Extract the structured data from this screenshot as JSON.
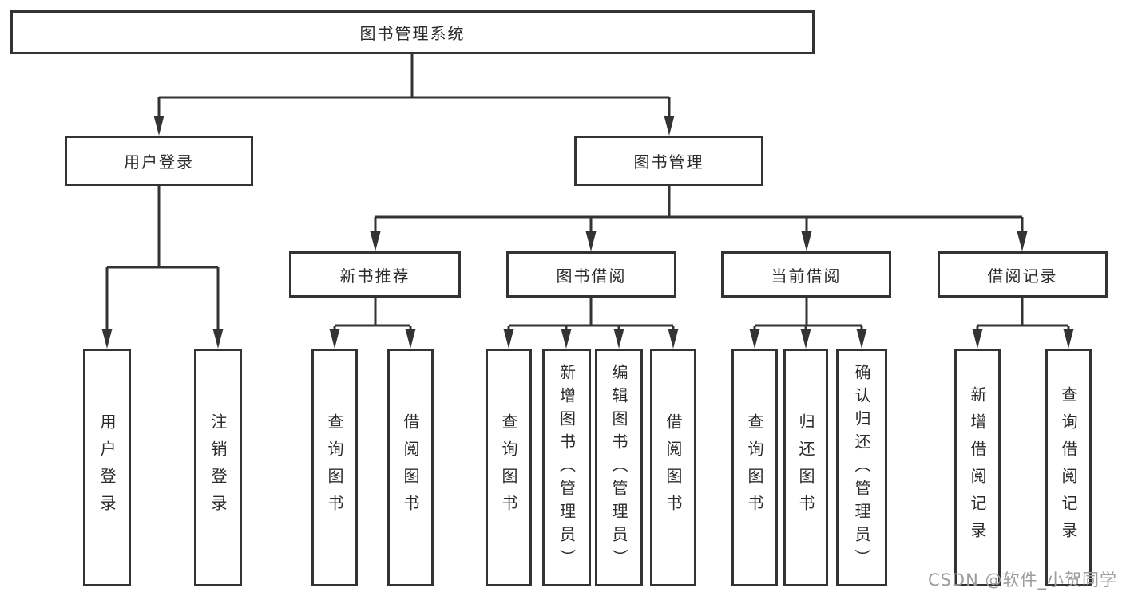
{
  "diagram": {
    "root": {
      "label": "图书管理系统"
    },
    "branches": {
      "user_login": {
        "label": "用户登录",
        "children": [
          {
            "label": "用户登录"
          },
          {
            "label": "注销登录"
          }
        ]
      },
      "book_management": {
        "label": "图书管理",
        "sections": [
          {
            "label": "新书推荐",
            "children": [
              {
                "label": "查询图书"
              },
              {
                "label": "借阅图书"
              }
            ]
          },
          {
            "label": "图书借阅",
            "children": [
              {
                "label": "查询图书"
              },
              {
                "label": "新增图书（管理员）"
              },
              {
                "label": "编辑图书（管理员）"
              },
              {
                "label": "借阅图书"
              }
            ]
          },
          {
            "label": "当前借阅",
            "children": [
              {
                "label": "查询图书"
              },
              {
                "label": "归还图书"
              },
              {
                "label": "确认归还（管理员）"
              }
            ]
          },
          {
            "label": "借阅记录",
            "children": [
              {
                "label": "新增借阅记录"
              },
              {
                "label": "查询借阅记录"
              }
            ]
          }
        ]
      }
    }
  },
  "watermark": {
    "label": "CSDN @软件_小贺同学"
  },
  "colors": {
    "line": "#333333",
    "text": "#2b2b2b",
    "watermark": "#9c9c9c",
    "background": "#ffffff"
  }
}
